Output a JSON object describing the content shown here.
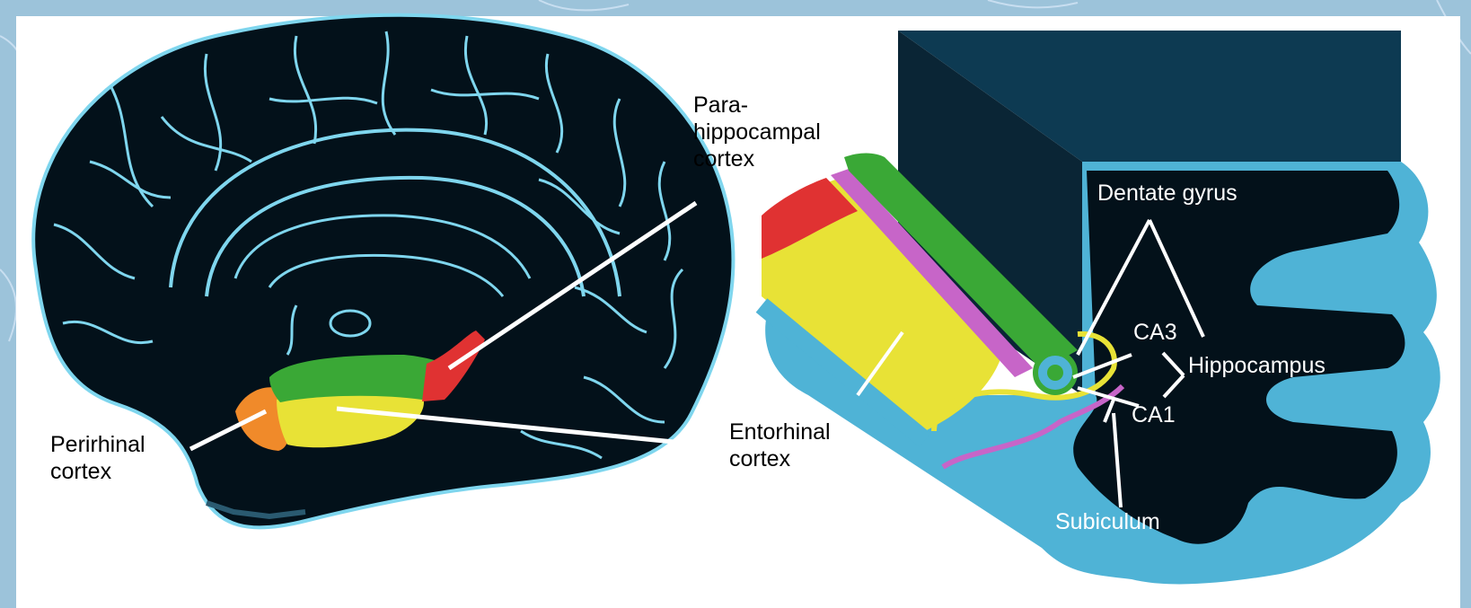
{
  "labels": {
    "parahippocampal": "Para-\nhippocampal\ncortex",
    "perirhinal": "Perirhinal\ncortex",
    "entorhinal": "Entorhinal\ncortex",
    "dentate_gyrus": "Dentate gyrus",
    "ca3": "CA3",
    "ca1": "CA1",
    "hippocampus": "Hippocampus",
    "subiculum": "Subiculum"
  },
  "colors": {
    "perirhinal": "#f08a2a",
    "entorhinal": "#e8e236",
    "parahippocampal": "#3aa836",
    "red_region": "#e03232",
    "magenta_region": "#c765c8",
    "tissue": "#4fb3d6",
    "background_dark": "#03111a"
  }
}
